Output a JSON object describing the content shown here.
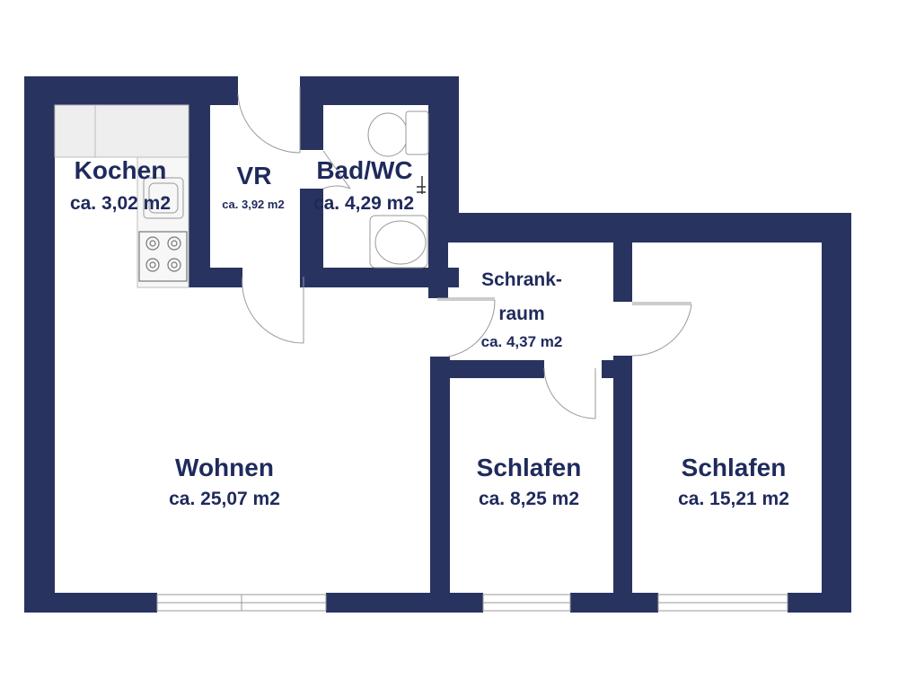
{
  "colors": {
    "wall": "#283360",
    "text": "#1f2a5c",
    "fixture_stroke": "#9a9a9a",
    "counter": "#eeeeee"
  },
  "rooms": [
    {
      "name": "Kochen",
      "area": "ca. 3,02 m2"
    },
    {
      "name": "VR",
      "area": "ca. 3,92 m2"
    },
    {
      "name": "Bad/WC",
      "area": "ca. 4,29 m2"
    },
    {
      "name_line1": "Schrank-",
      "name_line2": "raum",
      "area": "ca. 4,37 m2"
    },
    {
      "name": "Wohnen",
      "area": "ca. 25,07 m2"
    },
    {
      "name": "Schlafen",
      "area": "ca. 8,25 m2"
    },
    {
      "name": "Schlafen",
      "area": "ca. 15,21 m2"
    }
  ],
  "icons": [
    "stove-icon",
    "sink-icon",
    "toilet-icon",
    "washbasin-icon",
    "door-swing-icon",
    "window-icon"
  ]
}
